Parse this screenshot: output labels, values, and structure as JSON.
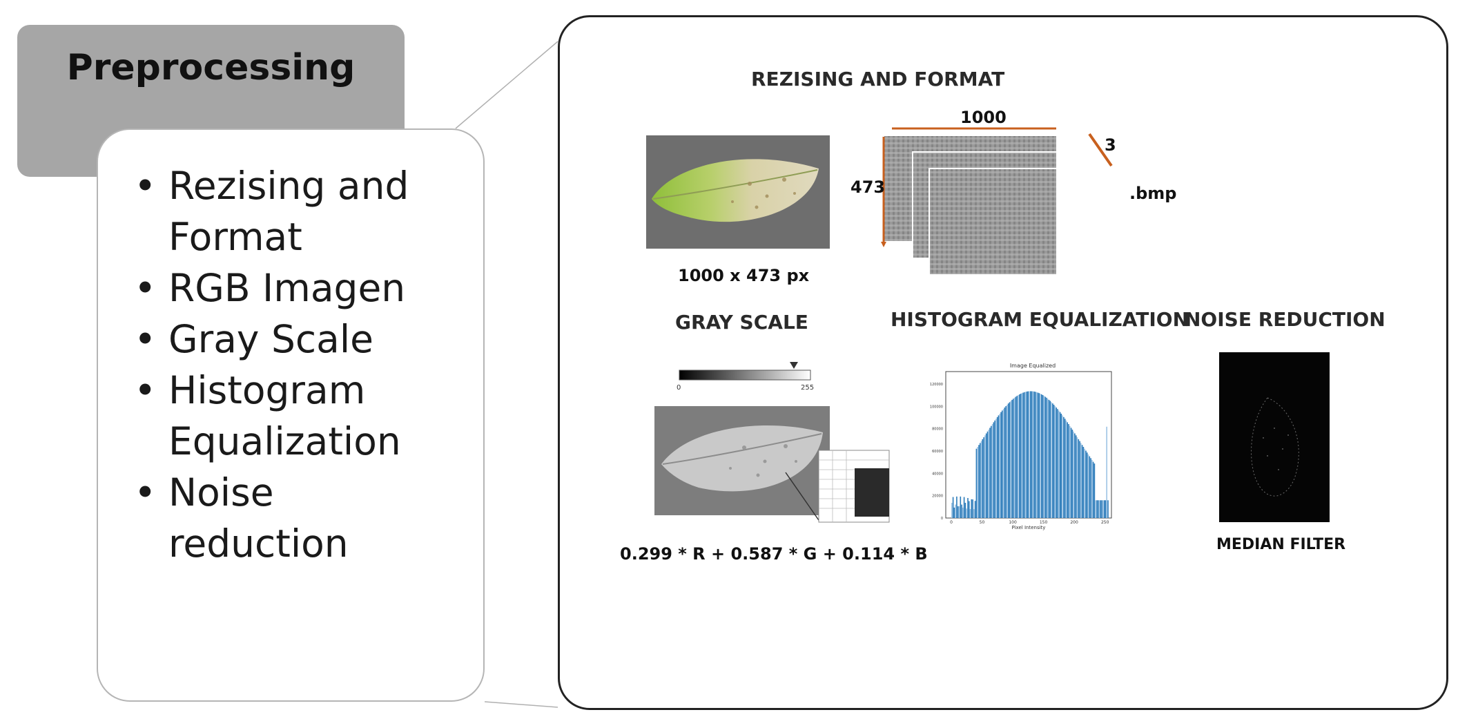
{
  "stage": {
    "title": "Preprocessing",
    "steps": [
      "Rezising and Format",
      "RGB Imagen",
      "Gray Scale",
      "Histogram Equalization",
      "Noise reduction"
    ]
  },
  "detail": {
    "resize": {
      "title": "REZISING AND FORMAT",
      "size_caption": "1000 x 473 px",
      "width_label": "1000",
      "height_label": "473",
      "depth_label": "3",
      "format_label": ".bmp"
    },
    "gray": {
      "title": "GRAY SCALE",
      "scale_min": "0",
      "scale_max": "255",
      "formula": "0.299 * R + 0.587 * G + 0.114 * B"
    },
    "histogram": {
      "title": "HISTOGRAM EQUALIZATION",
      "plot_title": "Image Equalized",
      "xlabel": "Pixel Intensity",
      "xticks": [
        "0",
        "50",
        "100",
        "150",
        "200",
        "250"
      ],
      "yticks": [
        "0",
        "20000",
        "40000",
        "60000",
        "80000",
        "100000",
        "120000"
      ]
    },
    "noise": {
      "title": "NOISE REDUCTION",
      "caption": "MEDIAN FILTER"
    }
  },
  "colors": {
    "tab": "#a6a6a6",
    "arrow": "#c8601e",
    "histogram_bar": "#2b7bba"
  }
}
